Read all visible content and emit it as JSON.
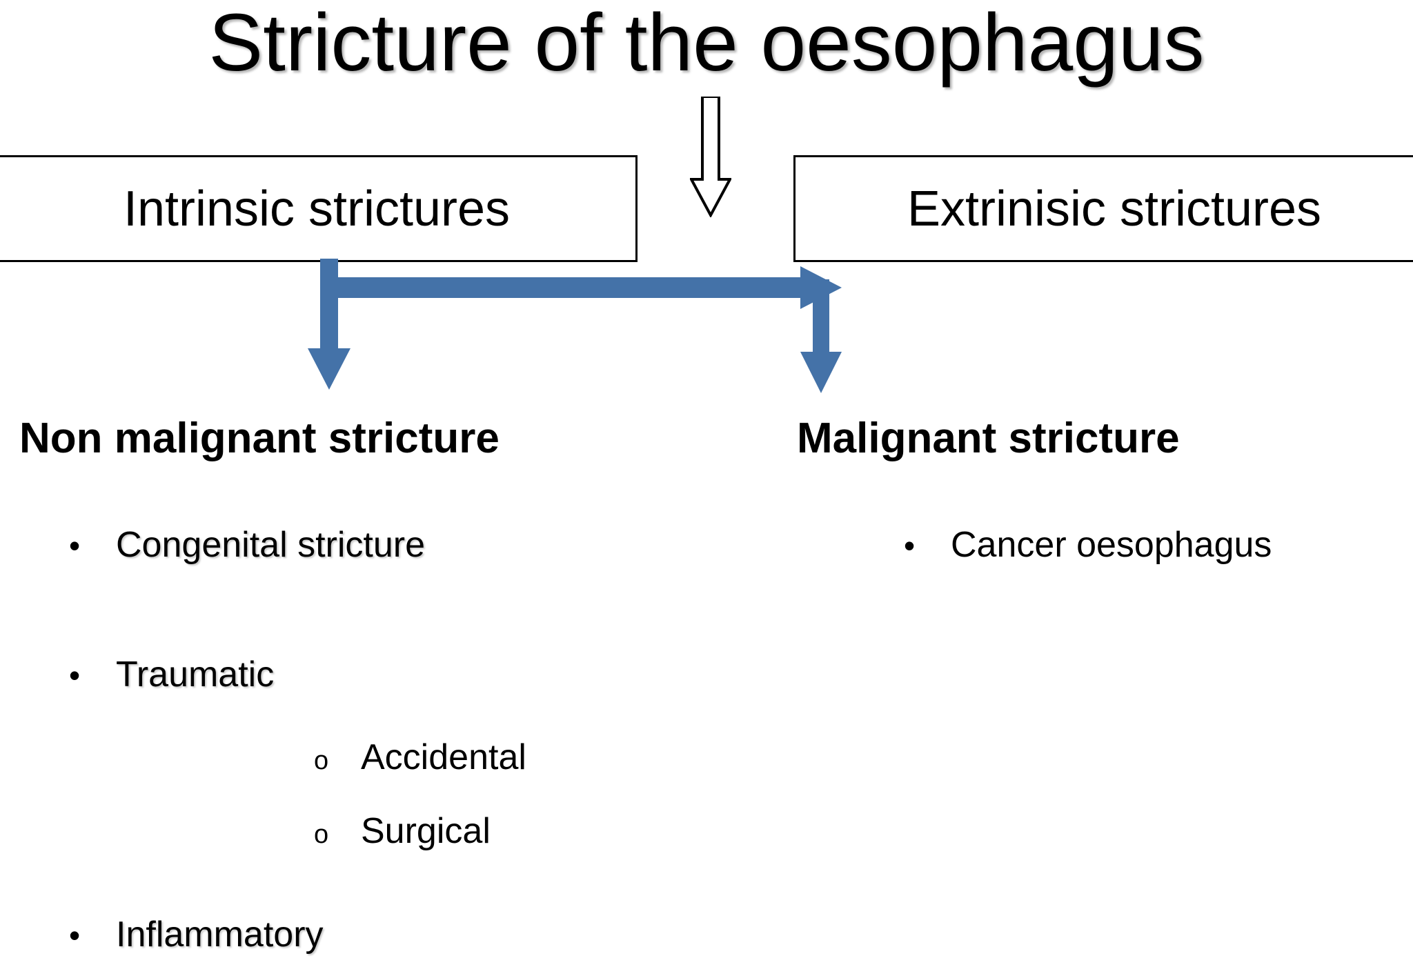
{
  "slide": {
    "title": "Stricture of the oesophagus"
  },
  "boxes": {
    "intrinsic": "Intrinsic strictures",
    "extrinsic": "Extrinisic strictures"
  },
  "headings": {
    "non_malignant": "Non malignant stricture",
    "malignant": "Malignant stricture"
  },
  "left_column": {
    "items": [
      {
        "marker": "•",
        "label": "Congenital stricture",
        "level": 1
      },
      {
        "marker": "•",
        "label": "Traumatic",
        "level": 1
      },
      {
        "marker": "o",
        "label": "Accidental",
        "level": 2
      },
      {
        "marker": "o",
        "label": "Surgical",
        "level": 2
      },
      {
        "marker": "•",
        "label": "Inflammatory",
        "level": 1
      }
    ]
  },
  "right_column": {
    "items": [
      {
        "marker": "•",
        "label": "Cancer oesophagus",
        "level": 1
      }
    ]
  },
  "colors": {
    "arrow_blue": "#4472A8",
    "outline_black": "#000000",
    "background": "#FFFFFF"
  },
  "connectors": {
    "top_arrow": "hollow-down-arrow",
    "branch_arrow": "blue-elbow-arrow"
  }
}
